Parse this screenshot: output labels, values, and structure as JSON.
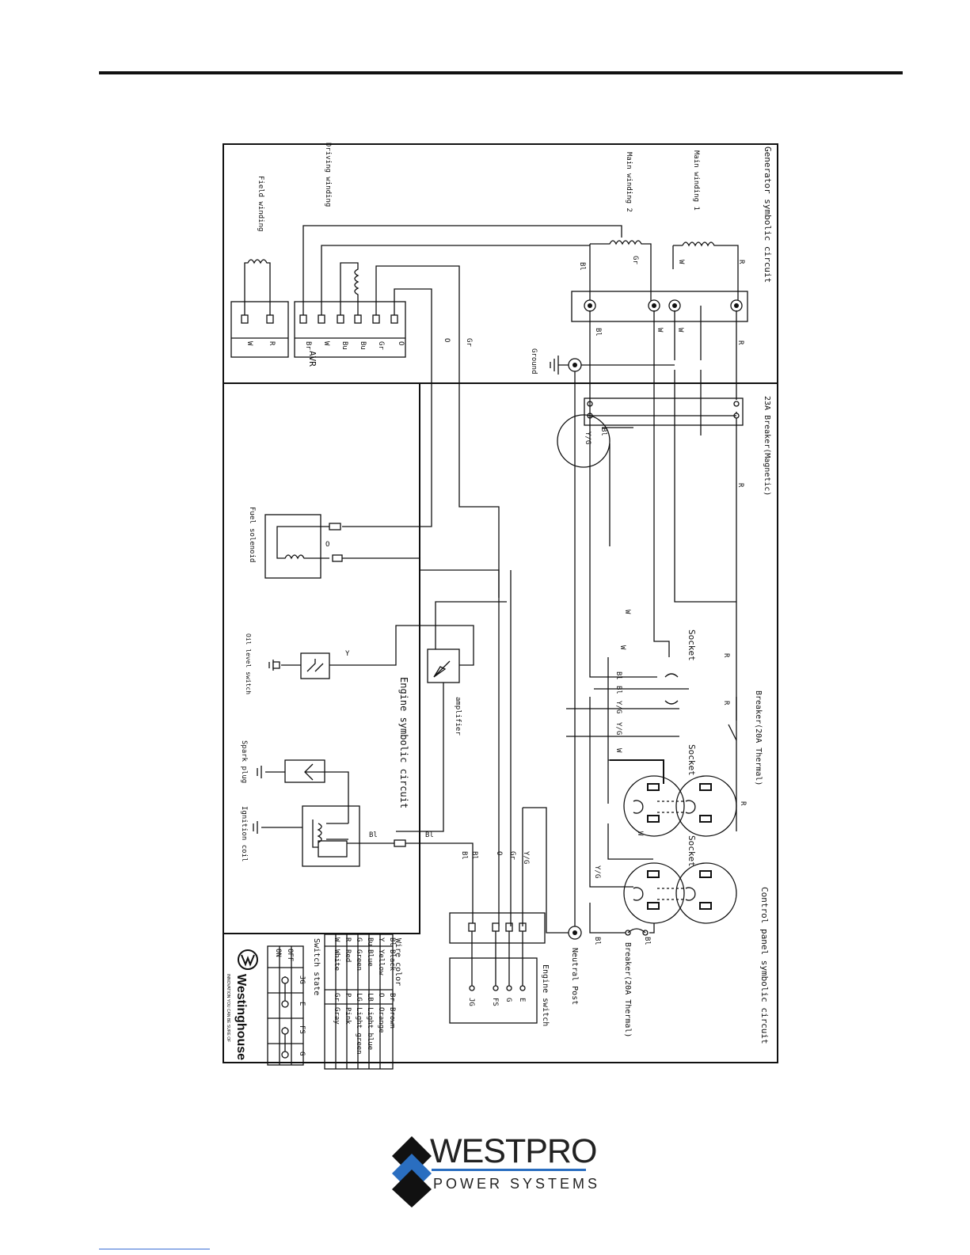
{
  "sections": {
    "generator": "Generator symbolic circuit",
    "engine": "Engine symbolic circuit",
    "control": "Control panel symbolic circuit"
  },
  "generator": {
    "main_winding_1": "Main winding 1",
    "main_winding_2": "Main winding 2",
    "driving_winding": "Driving winding",
    "field_winding": "Field winding",
    "avr": "AVR",
    "ground": "Ground",
    "avr_pins": [
      "O",
      "Gr",
      "Bu",
      "Bu",
      "W",
      "Br",
      "R",
      "W"
    ]
  },
  "engine": {
    "fuel_solenoid": "Fuel solenoid",
    "oil_level_switch": "Oil level switch",
    "spark_plug": "Spark plug",
    "ignition_coil": "Ignition coil",
    "amplifier": "amplifier",
    "engine_switch": "Engine switch",
    "switch_pins": [
      "E",
      "G",
      "FS",
      "JG"
    ]
  },
  "control": {
    "breaker_magnetic": "23A Breaker(Magnetic)",
    "breaker_thermal_1": "Breaker(20A Thermal)",
    "breaker_thermal_2": "Breaker(20A Thermal)",
    "socket_1": "Socket",
    "socket_2": "Socket",
    "socket_3": "Socket",
    "neutral_post": "Neutral Post"
  },
  "wire_labels": {
    "R": "R",
    "W": "W",
    "Gr": "Gr",
    "Bl": "Bl",
    "O": "O",
    "Y": "Y",
    "YG": "Y/G"
  },
  "legend": {
    "wire_color_title": "Wire color",
    "wire_colors": [
      [
        "Bl",
        "Black",
        "Br",
        "Brown"
      ],
      [
        "Y",
        "Yellow",
        "O",
        "Orange"
      ],
      [
        "Bu",
        "Blue",
        "LB",
        "Light blue"
      ],
      [
        "G",
        "Green",
        "LG",
        "Light green"
      ],
      [
        "R",
        "Red",
        "P",
        "Pink"
      ],
      [
        "W",
        "White",
        "Gr",
        "Gray"
      ]
    ],
    "switch_state_title": "Switch state",
    "switch_headers": [
      "",
      "JG",
      "E",
      "FS",
      "G"
    ],
    "switch_rows": [
      "OFF",
      "ON"
    ]
  },
  "branding": {
    "westinghouse": "Westinghouse",
    "westinghouse_tagline": "INNOVATION YOU CAN BE SURE OF",
    "westpro": "WESTPRO",
    "westpro_sub": "POWER SYSTEMS",
    "colors": {
      "blue": "#2a6ec0",
      "black": "#111111"
    }
  }
}
